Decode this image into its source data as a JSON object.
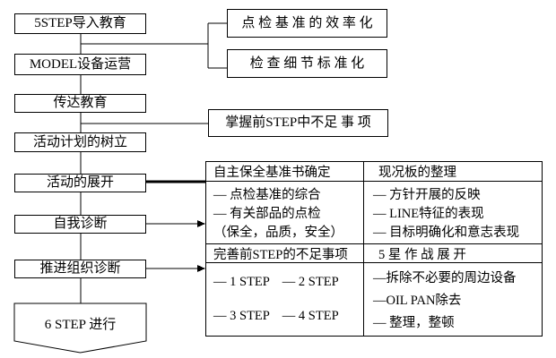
{
  "colors": {
    "line": "#000000",
    "background": "#ffffff"
  },
  "flow": {
    "steps": [
      {
        "label": "5STEP导入教育"
      },
      {
        "label": "MODEL设备运营"
      },
      {
        "label": "传达教育"
      },
      {
        "label": "活动计划的树立"
      },
      {
        "label": "活动的展开"
      },
      {
        "label": "自我诊断"
      },
      {
        "label": "推进组织诊断"
      }
    ],
    "terminal": {
      "label": "6 STEP 进行"
    }
  },
  "callouts": {
    "top1": {
      "label": "点 检 基 准 的 效 率 化"
    },
    "top2": {
      "label": "检 查 细 节 标 准 化"
    },
    "mid": {
      "label": "掌握前STEP中不足 事 项"
    }
  },
  "table": {
    "section1": {
      "left_header": "自主保全基准书确定",
      "right_header": "现况板的整理",
      "left_items": [
        "— 点检基准的综合",
        "— 有关部品的点检",
        "（保全，品质，安全）"
      ],
      "right_items": [
        "— 方针开展的反映",
        "— LINE特征的表现",
        "— 目标明确化和意志表现"
      ]
    },
    "section2": {
      "left_header": "完善前STEP的不足事项",
      "right_header": "5 星 作 战 展 开",
      "left_items": [
        "— 1 STEP    — 2 STEP",
        "— 3 STEP    — 4 STEP"
      ],
      "right_items": [
        "—拆除不必要的周边设备",
        "—OIL PAN除去",
        "— 整理，整顿"
      ]
    }
  }
}
